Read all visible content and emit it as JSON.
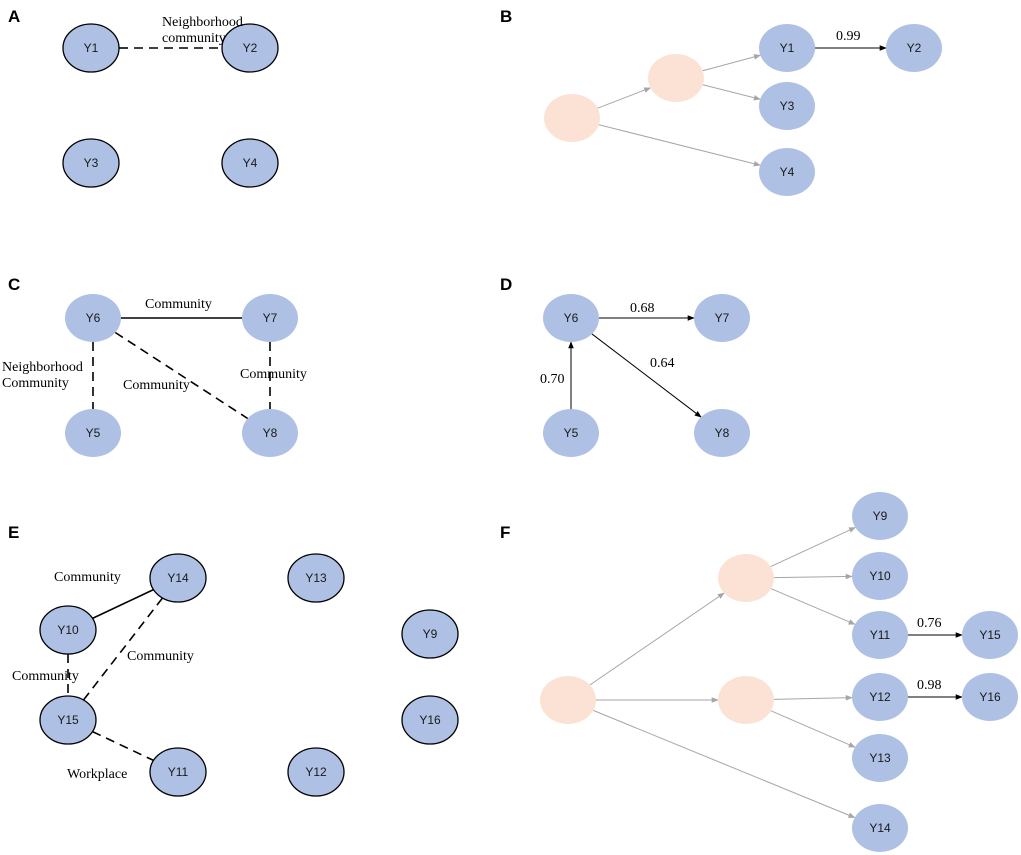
{
  "colors": {
    "node_fill": "#aec0e4",
    "node_stroke": "#000000",
    "latent_fill": "#fbe2d5",
    "edge_dark": "#000000",
    "edge_light": "#a6a6a6"
  },
  "panels": {
    "A": {
      "label": "A",
      "nodes": [
        "Y1",
        "Y2",
        "Y3",
        "Y4"
      ],
      "edges": [
        {
          "from": "Y1",
          "to": "Y2",
          "style": "dashed",
          "label": "Neighborhood\ncommunity"
        }
      ]
    },
    "B": {
      "label": "B",
      "nodes": [
        "Y1",
        "Y2",
        "Y3",
        "Y4"
      ],
      "latent_count": 2,
      "edges": [
        {
          "from": "L1",
          "to": "L2",
          "kind": "latent"
        },
        {
          "from": "L2",
          "to": "Y1",
          "kind": "latent"
        },
        {
          "from": "L2",
          "to": "Y3",
          "kind": "latent"
        },
        {
          "from": "L1",
          "to": "Y4",
          "kind": "latent"
        },
        {
          "from": "Y1",
          "to": "Y2",
          "kind": "weighted",
          "weight": "0.99"
        }
      ]
    },
    "C": {
      "label": "C",
      "nodes": [
        "Y6",
        "Y7",
        "Y5",
        "Y8"
      ],
      "edges": [
        {
          "from": "Y6",
          "to": "Y7",
          "style": "solid",
          "label": "Community"
        },
        {
          "from": "Y6",
          "to": "Y5",
          "style": "dashed",
          "label": "Neighborhood\nCommunity"
        },
        {
          "from": "Y6",
          "to": "Y8",
          "style": "dashed",
          "label": "Community"
        },
        {
          "from": "Y7",
          "to": "Y8",
          "style": "dashed",
          "label": "Community"
        }
      ]
    },
    "D": {
      "label": "D",
      "nodes": [
        "Y6",
        "Y7",
        "Y5",
        "Y8"
      ],
      "edges": [
        {
          "from": "Y6",
          "to": "Y7",
          "weight": "0.68"
        },
        {
          "from": "Y6",
          "to": "Y8",
          "weight": "0.64"
        },
        {
          "from": "Y5",
          "to": "Y6",
          "weight": "0.70"
        }
      ]
    },
    "E": {
      "label": "E",
      "nodes": [
        "Y14",
        "Y13",
        "Y10",
        "Y9",
        "Y15",
        "Y16",
        "Y11",
        "Y12"
      ],
      "edges": [
        {
          "from": "Y10",
          "to": "Y14",
          "style": "solid",
          "label": "Community"
        },
        {
          "from": "Y15",
          "to": "Y14",
          "style": "dashed",
          "label": "Community"
        },
        {
          "from": "Y10",
          "to": "Y15",
          "style": "dashed",
          "label": "Community"
        },
        {
          "from": "Y15",
          "to": "Y11",
          "style": "dashed",
          "label": "Workplace"
        }
      ]
    },
    "F": {
      "label": "F",
      "nodes": [
        "Y9",
        "Y10",
        "Y11",
        "Y15",
        "Y12",
        "Y16",
        "Y13",
        "Y14"
      ],
      "latent_count": 3,
      "edges": [
        {
          "from": "L0",
          "to": "L1",
          "kind": "latent"
        },
        {
          "from": "L0",
          "to": "L2",
          "kind": "latent"
        },
        {
          "from": "L0",
          "to": "Y14",
          "kind": "latent"
        },
        {
          "from": "L1",
          "to": "Y9",
          "kind": "latent"
        },
        {
          "from": "L1",
          "to": "Y10",
          "kind": "latent"
        },
        {
          "from": "L1",
          "to": "Y11",
          "kind": "latent"
        },
        {
          "from": "L2",
          "to": "Y12",
          "kind": "latent"
        },
        {
          "from": "L2",
          "to": "Y13",
          "kind": "latent"
        },
        {
          "from": "Y11",
          "to": "Y15",
          "kind": "weighted",
          "weight": "0.76"
        },
        {
          "from": "Y12",
          "to": "Y16",
          "kind": "weighted",
          "weight": "0.98"
        }
      ]
    }
  }
}
